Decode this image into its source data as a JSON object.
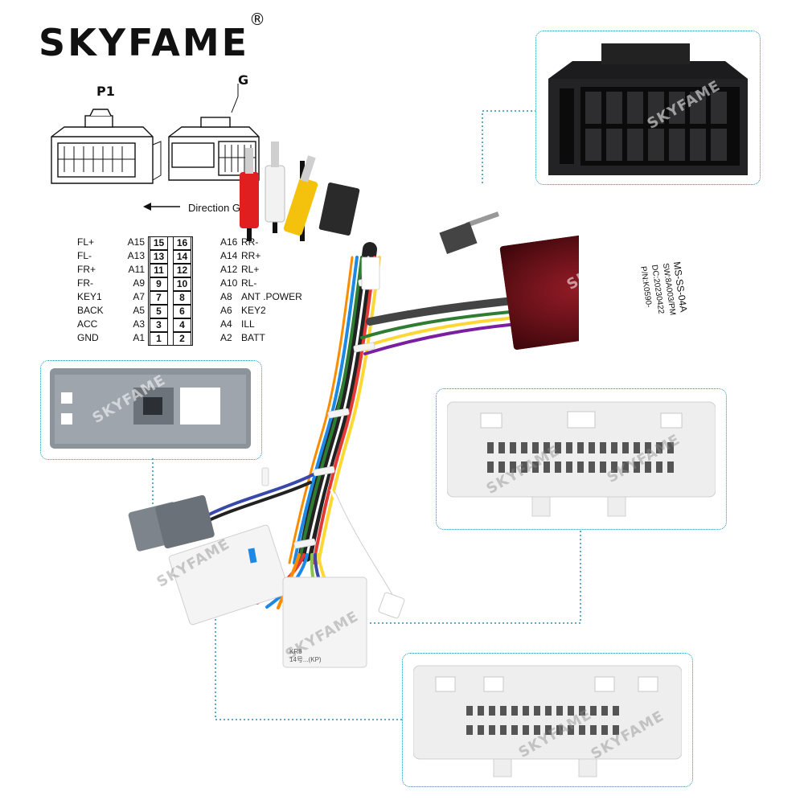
{
  "brand": {
    "name": "SKYFAME",
    "registered": "®"
  },
  "connector_labels": {
    "p1": "P1",
    "g": "G",
    "direction": "Direction G"
  },
  "pinout": [
    {
      "left_fn": "FL+",
      "left_code": "A15",
      "left_pin": "15",
      "right_pin": "16",
      "right_code": "A16",
      "right_fn": "RR-"
    },
    {
      "left_fn": "FL-",
      "left_code": "A13",
      "left_pin": "13",
      "right_pin": "14",
      "right_code": "A14",
      "right_fn": "RR+"
    },
    {
      "left_fn": "FR+",
      "left_code": "A11",
      "left_pin": "11",
      "right_pin": "12",
      "right_code": "A12",
      "right_fn": "RL+"
    },
    {
      "left_fn": "FR-",
      "left_code": "A9",
      "left_pin": "9",
      "right_pin": "10",
      "right_code": "A10",
      "right_fn": "RL-"
    },
    {
      "left_fn": "KEY1",
      "left_code": "A7",
      "left_pin": "7",
      "right_pin": "8",
      "right_code": "A8",
      "right_fn": "ANT .POWER"
    },
    {
      "left_fn": "BACK",
      "left_code": "A5",
      "left_pin": "5",
      "right_pin": "6",
      "right_code": "A6",
      "right_fn": "KEY2"
    },
    {
      "left_fn": "ACC",
      "left_code": "A3",
      "left_pin": "3",
      "right_pin": "4",
      "right_code": "A4",
      "right_fn": "ILL"
    },
    {
      "left_fn": "GND",
      "left_code": "A1",
      "left_pin": "1",
      "right_pin": "2",
      "right_code": "A2",
      "right_fn": "BATT"
    }
  ],
  "module_label": {
    "model": "MS-SS-04A",
    "line2": "SW:8A003/PM",
    "line3": "DC:20230422",
    "line4": "P/N:K0590-"
  },
  "watermark": "SKYFAME",
  "plug_label": {
    "line1": "KR8",
    "line2": "14号...(KP)"
  }
}
